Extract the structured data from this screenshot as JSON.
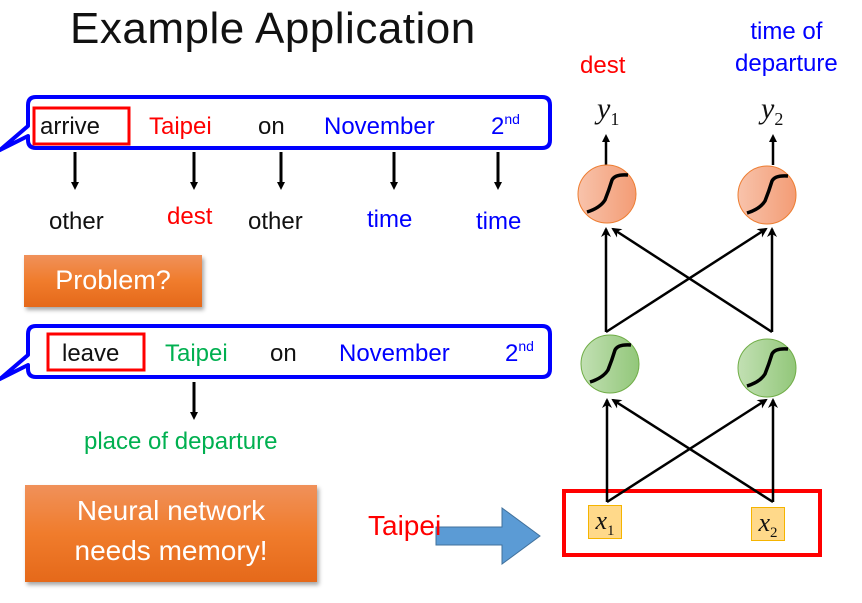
{
  "title": "Example Application",
  "sentence1": {
    "words": [
      {
        "text": "arrive",
        "color": "black",
        "highlighted": true
      },
      {
        "text": "Taipei",
        "color": "red"
      },
      {
        "text": "on",
        "color": "black"
      },
      {
        "text": "November",
        "color": "blue"
      },
      {
        "text": "2",
        "sup": "nd",
        "color": "blue"
      }
    ],
    "labels": [
      {
        "text": "other",
        "color": "black"
      },
      {
        "text": "dest",
        "color": "red"
      },
      {
        "text": "other",
        "color": "black"
      },
      {
        "text": "time",
        "color": "blue"
      },
      {
        "text": "time",
        "color": "blue"
      }
    ]
  },
  "problem_box": "Problem?",
  "sentence2": {
    "words": [
      {
        "text": "leave",
        "color": "black",
        "highlighted": true
      },
      {
        "text": "Taipei",
        "color": "green"
      },
      {
        "text": "on",
        "color": "black"
      },
      {
        "text": "November",
        "color": "blue"
      },
      {
        "text": "2",
        "sup": "nd",
        "color": "blue"
      }
    ],
    "label": {
      "text": "place of departure",
      "color": "green"
    }
  },
  "memory_box": {
    "line1": "Neural network",
    "line2": "needs memory!"
  },
  "input_word": "Taipei",
  "network": {
    "outputs": [
      {
        "label": "dest",
        "color": "red",
        "var": "y",
        "sub": "1"
      },
      {
        "label_line1": "time of",
        "label_line2": "departure",
        "color": "blue",
        "var": "y",
        "sub": "2"
      }
    ],
    "inputs": [
      {
        "var": "x",
        "sub": "1"
      },
      {
        "var": "x",
        "sub": "2"
      }
    ],
    "hidden_activation": "sigmoid",
    "output_activation": "sigmoid"
  },
  "colors": {
    "bubble_border": "#0000ff",
    "highlight_box": "#ff0000",
    "orange_box": "#f07c2c",
    "output_node": "#f4a27e",
    "hidden_node": "#9ccc85",
    "input_box": "#ffd98a",
    "arrow_fill": "#5b9bd5"
  }
}
